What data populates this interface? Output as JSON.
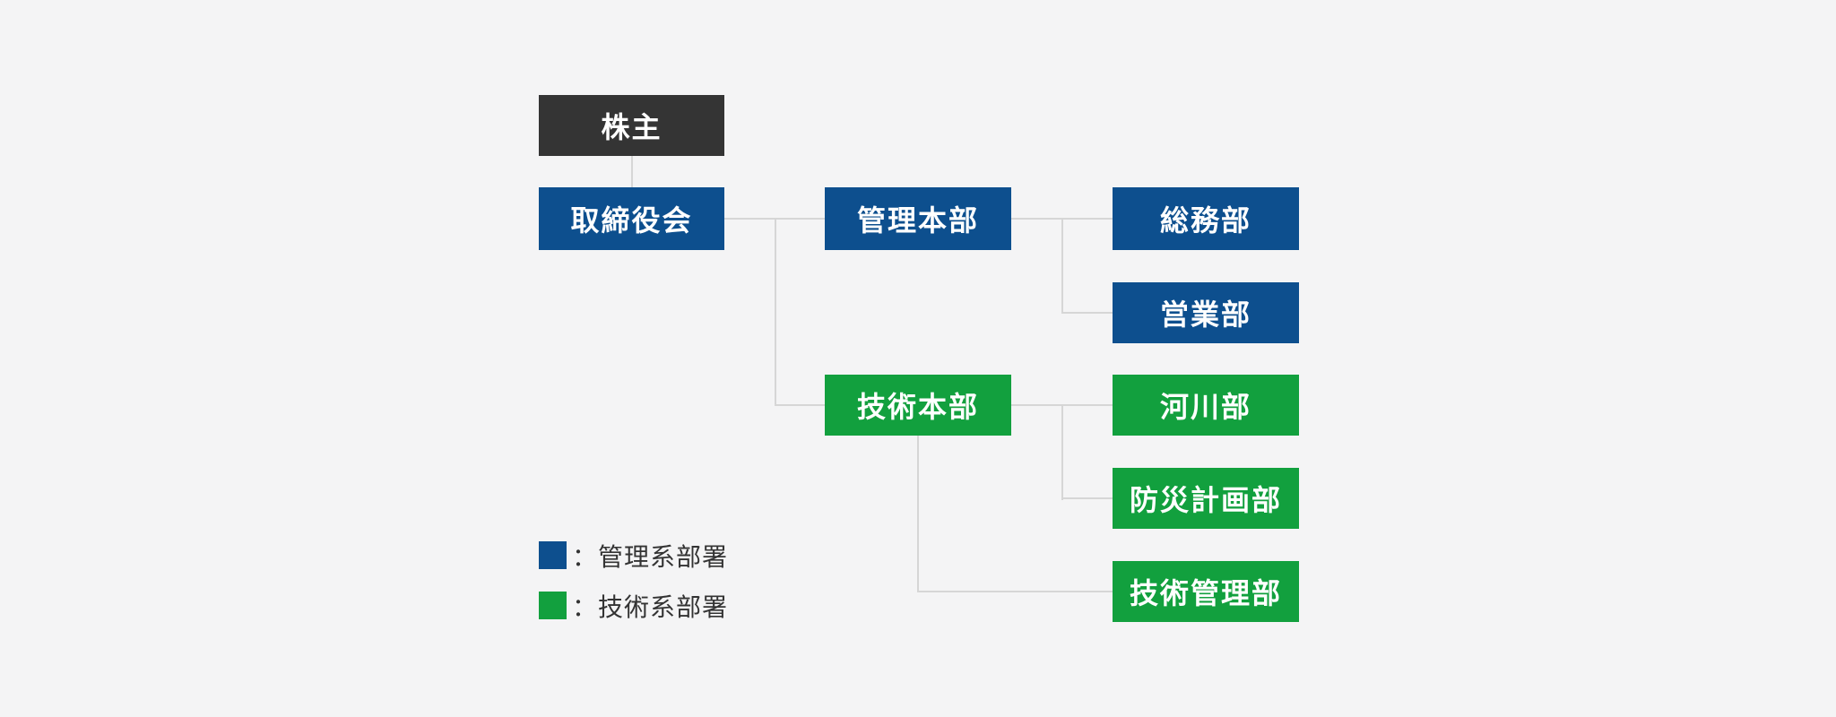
{
  "org_chart": {
    "title": "organization-chart",
    "nodes": [
      {
        "id": "shareholders",
        "label": "株主",
        "group": "top",
        "parent": null
      },
      {
        "id": "board-of-directors",
        "label": "取締役会",
        "group": "admin",
        "parent": "shareholders"
      },
      {
        "id": "admin-headquarters",
        "label": "管理本部",
        "group": "admin",
        "parent": "board-of-directors"
      },
      {
        "id": "general-affairs-dept",
        "label": "総務部",
        "group": "admin",
        "parent": "admin-headquarters"
      },
      {
        "id": "sales-dept",
        "label": "営業部",
        "group": "admin",
        "parent": "admin-headquarters"
      },
      {
        "id": "technology-headquarters",
        "label": "技術本部",
        "group": "tech",
        "parent": "board-of-directors"
      },
      {
        "id": "river-dept",
        "label": "河川部",
        "group": "tech",
        "parent": "technology-headquarters"
      },
      {
        "id": "disaster-prevention-planning-dept",
        "label": "防災計画部",
        "group": "tech",
        "parent": "technology-headquarters"
      },
      {
        "id": "technical-management-dept",
        "label": "技術管理部",
        "group": "tech",
        "parent": "technology-headquarters"
      }
    ],
    "colors": {
      "top_node": "#343434",
      "admin_node": "#0d4f8e",
      "tech_node": "#12a03e",
      "connector_line": "#d6d6d6",
      "node_text": "#ffffff",
      "background": "#f4f4f5",
      "legend_text": "#333333"
    }
  },
  "legend": {
    "items": [
      {
        "id": "admin-departments",
        "label": "：管理系部署",
        "color": "#0d4f8e"
      },
      {
        "id": "tech-departments",
        "label": "：技術系部署",
        "color": "#12a03e"
      }
    ]
  }
}
